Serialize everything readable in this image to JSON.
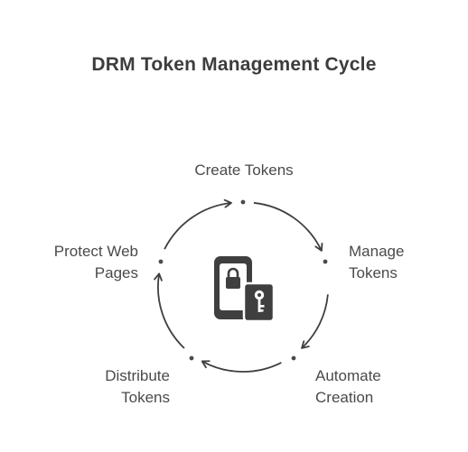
{
  "title": "DRM Token Management Cycle",
  "center_icon": "phone-lock-key-icon",
  "steps": [
    {
      "lines": [
        "Create Tokens"
      ]
    },
    {
      "lines": [
        "Manage",
        "Tokens"
      ]
    },
    {
      "lines": [
        "Automate",
        "Creation"
      ]
    },
    {
      "lines": [
        "Distribute",
        "Tokens"
      ]
    },
    {
      "lines": [
        "Protect Web",
        "Pages"
      ]
    }
  ],
  "colors": {
    "stroke": "#3f3f3f",
    "text": "#4a4a4a"
  }
}
